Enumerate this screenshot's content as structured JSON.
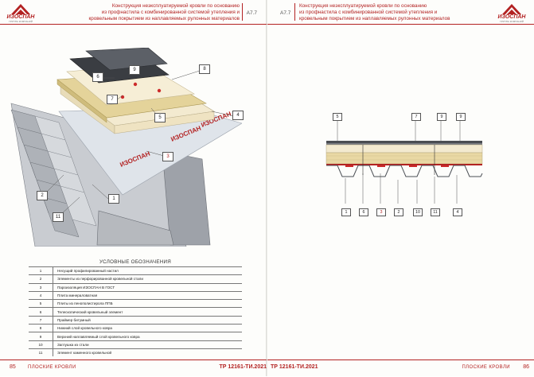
{
  "header": {
    "title_lines": [
      "Конструкция неэксплуатируемой кровли по основанию",
      "из профнастила с комбинированной системой утепления и",
      "кровельным покрытием из наплавляемых рулонных материалов"
    ],
    "sheet_code": "А7.7"
  },
  "logo": {
    "name": "ИЗОСПАН",
    "sub": "ГРУППА КОМПАНИЙ"
  },
  "iso_callouts": [
    "9",
    "8",
    "6",
    "7",
    "5",
    "4",
    "3",
    "2",
    "1",
    "11"
  ],
  "legend": {
    "title": "УСЛОВНЫЕ ОБОЗНАЧЕНИЯ",
    "rows": [
      {
        "n": "1",
        "t": "Несущий профилированный настил"
      },
      {
        "n": "2",
        "t": "Элементы из перфорированной кровельной стали"
      },
      {
        "n": "3",
        "t": "Пароизоляция ИЗОСПАН В ГОСТ"
      },
      {
        "n": "4",
        "t": "Плита минераловатная"
      },
      {
        "n": "5",
        "t": "Плиты из пенополистирола ППБ"
      },
      {
        "n": "6",
        "t": "Телескопический кровельный элемент"
      },
      {
        "n": "7",
        "t": "Праймер битумный"
      },
      {
        "n": "8",
        "t": "Нижний слой кровельного ковра"
      },
      {
        "n": "9",
        "t": "Верхний наплавляемый слой кровельного ковра"
      },
      {
        "n": "10",
        "t": "Заглушка из стали"
      },
      {
        "n": "11",
        "t": "Элемент каменного кровельной"
      }
    ]
  },
  "section_tags_top": [
    "5",
    "7",
    "9",
    "9"
  ],
  "section_tags_bottom": [
    "1",
    "6",
    "3",
    "2",
    "10",
    "11",
    "4"
  ],
  "footer": {
    "left_page": "85",
    "right_page": "86",
    "section": "ПЛОСКИЕ КРОВЛИ",
    "doc": "ТР 12161-ТИ.2021"
  },
  "colors": {
    "accent": "#b32222",
    "membrane": "#dfe4ea",
    "insulation": "#f3ead0",
    "wool": "#e4d39a",
    "steel": "#a8acb2"
  }
}
